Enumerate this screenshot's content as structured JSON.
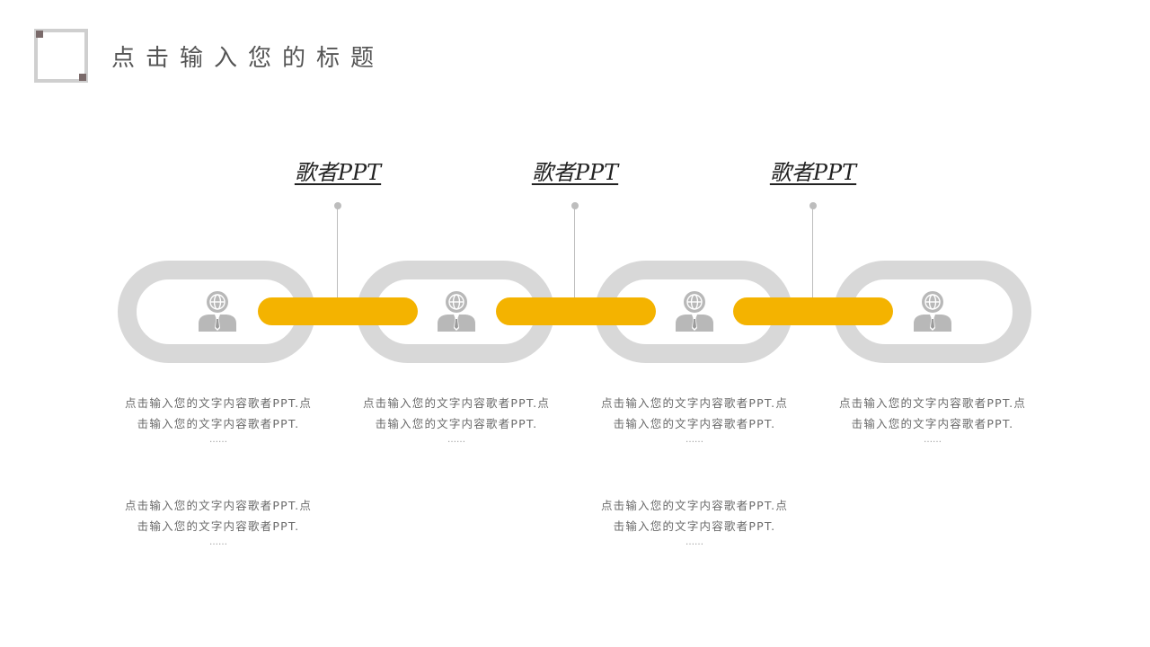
{
  "header": {
    "title": "点击输入您的标题"
  },
  "chain": {
    "headings": [
      "歌者PPT",
      "歌者PPT",
      "歌者PPT"
    ],
    "icons": [
      "person-globe-icon",
      "person-globe-icon",
      "person-globe-icon",
      "person-globe-icon"
    ]
  },
  "colors": {
    "accent": "#f4b300",
    "link": "#d8d8d8",
    "icon": "#b8b8b8",
    "title": "#555555"
  },
  "texts": {
    "row1": [
      {
        "line1": "点击输入您的文字内容歌者PPT.点",
        "line2": "击输入您的文字内容歌者PPT.",
        "ellipsis": "……"
      },
      {
        "line1": "点击输入您的文字内容歌者PPT.点",
        "line2": "击输入您的文字内容歌者PPT.",
        "ellipsis": "……"
      },
      {
        "line1": "点击输入您的文字内容歌者PPT.点",
        "line2": "击输入您的文字内容歌者PPT.",
        "ellipsis": "……"
      },
      {
        "line1": "点击输入您的文字内容歌者PPT.点",
        "line2": "击输入您的文字内容歌者PPT.",
        "ellipsis": "……"
      }
    ],
    "row2": [
      {
        "line1": "点击输入您的文字内容歌者PPT.点",
        "line2": "击输入您的文字内容歌者PPT.",
        "ellipsis": "……"
      },
      {
        "line1": "点击输入您的文字内容歌者PPT.点",
        "line2": "击输入您的文字内容歌者PPT.",
        "ellipsis": "……"
      }
    ]
  }
}
